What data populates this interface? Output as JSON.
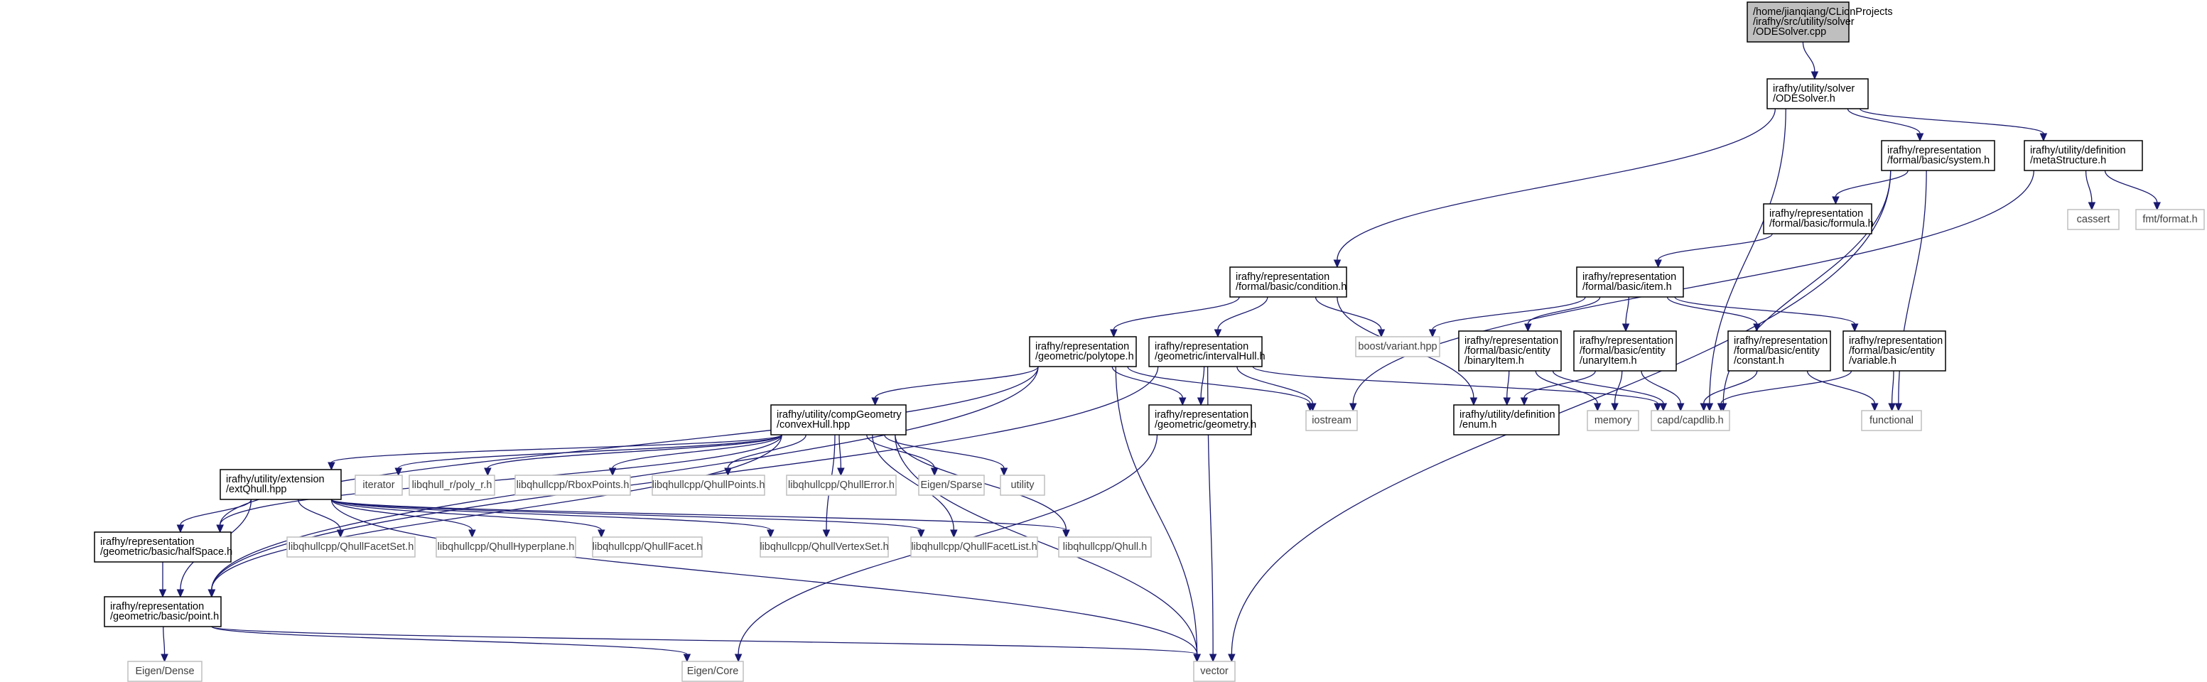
{
  "colors": {
    "edge": "#191970",
    "root_fill": "#bfbfbf",
    "node_border": "#000000",
    "external_border": "#bfbfbf"
  },
  "nodes": [
    {
      "id": "root",
      "kind": "root",
      "lines": [
        "/home/jianqiang/CLionProjects",
        "/irafhy/src/utility/solver",
        "/ODESolver.cpp"
      ]
    },
    {
      "id": "odesolver",
      "kind": "main",
      "lines": [
        "irafhy/utility/solver",
        "/ODESolver.h"
      ]
    },
    {
      "id": "system",
      "kind": "main",
      "lines": [
        "irafhy/representation",
        "/formal/basic/system.h"
      ]
    },
    {
      "id": "metastructure",
      "kind": "main",
      "lines": [
        "irafhy/utility/definition",
        "/metaStructure.h"
      ]
    },
    {
      "id": "cassert",
      "kind": "ext",
      "lines": [
        "cassert"
      ]
    },
    {
      "id": "fmtformat",
      "kind": "ext",
      "lines": [
        "fmt/format.h"
      ]
    },
    {
      "id": "formula",
      "kind": "main",
      "lines": [
        "irafhy/representation",
        "/formal/basic/formula.h"
      ]
    },
    {
      "id": "item",
      "kind": "main",
      "lines": [
        "irafhy/representation",
        "/formal/basic/item.h"
      ]
    },
    {
      "id": "condition",
      "kind": "main",
      "lines": [
        "irafhy/representation",
        "/formal/basic/condition.h"
      ]
    },
    {
      "id": "boostvariant",
      "kind": "ext",
      "lines": [
        "boost/variant.hpp"
      ]
    },
    {
      "id": "binaryitem",
      "kind": "main",
      "lines": [
        "irafhy/representation",
        "/formal/basic/entity",
        "/binaryItem.h"
      ]
    },
    {
      "id": "unaryitem",
      "kind": "main",
      "lines": [
        "irafhy/representation",
        "/formal/basic/entity",
        "/unaryItem.h"
      ]
    },
    {
      "id": "constant",
      "kind": "main",
      "lines": [
        "irafhy/representation",
        "/formal/basic/entity",
        "/constant.h"
      ]
    },
    {
      "id": "variable",
      "kind": "main",
      "lines": [
        "irafhy/representation",
        "/formal/basic/entity",
        "/variable.h"
      ]
    },
    {
      "id": "polytope",
      "kind": "main",
      "lines": [
        "irafhy/representation",
        "/geometric/polytope.h"
      ]
    },
    {
      "id": "intervalhull",
      "kind": "main",
      "lines": [
        "irafhy/representation",
        "/geometric/intervalHull.h"
      ]
    },
    {
      "id": "convexhull",
      "kind": "main",
      "lines": [
        "irafhy/utility/compGeometry",
        "/convexHull.hpp"
      ]
    },
    {
      "id": "geometry",
      "kind": "main",
      "lines": [
        "irafhy/representation",
        "/geometric/geometry.h"
      ]
    },
    {
      "id": "iostream",
      "kind": "ext",
      "lines": [
        "iostream"
      ]
    },
    {
      "id": "enum",
      "kind": "main",
      "lines": [
        "irafhy/utility/definition",
        "/enum.h"
      ]
    },
    {
      "id": "memory",
      "kind": "ext",
      "lines": [
        "memory"
      ]
    },
    {
      "id": "capdlib",
      "kind": "ext",
      "lines": [
        "capd/capdlib.h"
      ]
    },
    {
      "id": "functional",
      "kind": "ext",
      "lines": [
        "functional"
      ]
    },
    {
      "id": "extqhull",
      "kind": "main",
      "lines": [
        "irafhy/utility/extension",
        "/extQhull.hpp"
      ]
    },
    {
      "id": "iterator",
      "kind": "ext",
      "lines": [
        "iterator"
      ]
    },
    {
      "id": "polyr",
      "kind": "ext",
      "lines": [
        "libqhull_r/poly_r.h"
      ]
    },
    {
      "id": "rboxpoints",
      "kind": "ext",
      "lines": [
        "libqhullcpp/RboxPoints.h"
      ]
    },
    {
      "id": "qhullpoints",
      "kind": "ext",
      "lines": [
        "libqhullcpp/QhullPoints.h"
      ]
    },
    {
      "id": "qhullerror",
      "kind": "ext",
      "lines": [
        "libqhullcpp/QhullError.h"
      ]
    },
    {
      "id": "eigensparse",
      "kind": "ext",
      "lines": [
        "Eigen/Sparse"
      ]
    },
    {
      "id": "utility",
      "kind": "ext",
      "lines": [
        "utility"
      ]
    },
    {
      "id": "halfspace",
      "kind": "main",
      "lines": [
        "irafhy/representation",
        "/geometric/basic/halfSpace.h"
      ]
    },
    {
      "id": "qhullfacetset",
      "kind": "ext",
      "lines": [
        "libqhullcpp/QhullFacetSet.h"
      ]
    },
    {
      "id": "qhullhyperplane",
      "kind": "ext",
      "lines": [
        "libqhullcpp/QhullHyperplane.h"
      ]
    },
    {
      "id": "qhullfacet",
      "kind": "ext",
      "lines": [
        "libqhullcpp/QhullFacet.h"
      ]
    },
    {
      "id": "qhullvertexset",
      "kind": "ext",
      "lines": [
        "libqhullcpp/QhullVertexSet.h"
      ]
    },
    {
      "id": "qhullfacetlist",
      "kind": "ext",
      "lines": [
        "libqhullcpp/QhullFacetList.h"
      ]
    },
    {
      "id": "qhull",
      "kind": "ext",
      "lines": [
        "libqhullcpp/Qhull.h"
      ]
    },
    {
      "id": "point",
      "kind": "main",
      "lines": [
        "irafhy/representation",
        "/geometric/basic/point.h"
      ]
    },
    {
      "id": "eigendense",
      "kind": "ext",
      "lines": [
        "Eigen/Dense"
      ]
    },
    {
      "id": "eigencore",
      "kind": "ext",
      "lines": [
        "Eigen/Core"
      ]
    },
    {
      "id": "vector",
      "kind": "ext",
      "lines": [
        "vector"
      ]
    }
  ],
  "edges": [
    [
      "root",
      "odesolver"
    ],
    [
      "odesolver",
      "system"
    ],
    [
      "odesolver",
      "metastructure"
    ],
    [
      "odesolver",
      "condition"
    ],
    [
      "odesolver",
      "capdlib"
    ],
    [
      "system",
      "formula"
    ],
    [
      "system",
      "capdlib"
    ],
    [
      "system",
      "functional"
    ],
    [
      "system",
      "vector"
    ],
    [
      "metastructure",
      "cassert"
    ],
    [
      "metastructure",
      "fmtformat"
    ],
    [
      "metastructure",
      "iostream"
    ],
    [
      "formula",
      "item"
    ],
    [
      "item",
      "boostvariant"
    ],
    [
      "item",
      "binaryitem"
    ],
    [
      "item",
      "unaryitem"
    ],
    [
      "item",
      "constant"
    ],
    [
      "item",
      "variable"
    ],
    [
      "binaryitem",
      "enum"
    ],
    [
      "binaryitem",
      "memory"
    ],
    [
      "binaryitem",
      "capdlib"
    ],
    [
      "unaryitem",
      "enum"
    ],
    [
      "unaryitem",
      "memory"
    ],
    [
      "unaryitem",
      "capdlib"
    ],
    [
      "constant",
      "capdlib"
    ],
    [
      "constant",
      "functional"
    ],
    [
      "variable",
      "capdlib"
    ],
    [
      "variable",
      "functional"
    ],
    [
      "condition",
      "polytope"
    ],
    [
      "condition",
      "intervalhull"
    ],
    [
      "condition",
      "boostvariant"
    ],
    [
      "condition",
      "enum"
    ],
    [
      "polytope",
      "convexhull"
    ],
    [
      "polytope",
      "geometry"
    ],
    [
      "polytope",
      "iostream"
    ],
    [
      "polytope",
      "halfspace"
    ],
    [
      "polytope",
      "point"
    ],
    [
      "polytope",
      "vector"
    ],
    [
      "intervalhull",
      "geometry"
    ],
    [
      "intervalhull",
      "iostream"
    ],
    [
      "intervalhull",
      "capdlib"
    ],
    [
      "intervalhull",
      "point"
    ],
    [
      "intervalhull",
      "vector"
    ],
    [
      "convexhull",
      "extqhull"
    ],
    [
      "convexhull",
      "iterator"
    ],
    [
      "convexhull",
      "polyr"
    ],
    [
      "convexhull",
      "rboxpoints"
    ],
    [
      "convexhull",
      "qhullpoints"
    ],
    [
      "convexhull",
      "qhullerror"
    ],
    [
      "convexhull",
      "eigensparse"
    ],
    [
      "convexhull",
      "utility"
    ],
    [
      "convexhull",
      "halfspace"
    ],
    [
      "convexhull",
      "point"
    ],
    [
      "convexhull",
      "qhullvertexset"
    ],
    [
      "convexhull",
      "qhullfacetlist"
    ],
    [
      "convexhull",
      "qhull"
    ],
    [
      "convexhull",
      "vector"
    ],
    [
      "geometry",
      "eigencore"
    ],
    [
      "extqhull",
      "halfspace"
    ],
    [
      "extqhull",
      "point"
    ],
    [
      "extqhull",
      "qhullfacetset"
    ],
    [
      "extqhull",
      "qhullhyperplane"
    ],
    [
      "extqhull",
      "qhullfacet"
    ],
    [
      "extqhull",
      "qhullvertexset"
    ],
    [
      "extqhull",
      "qhullfacetlist"
    ],
    [
      "extqhull",
      "qhull"
    ],
    [
      "extqhull",
      "vector"
    ],
    [
      "halfspace",
      "point"
    ],
    [
      "point",
      "eigendense"
    ],
    [
      "point",
      "eigencore"
    ],
    [
      "point",
      "vector"
    ]
  ]
}
